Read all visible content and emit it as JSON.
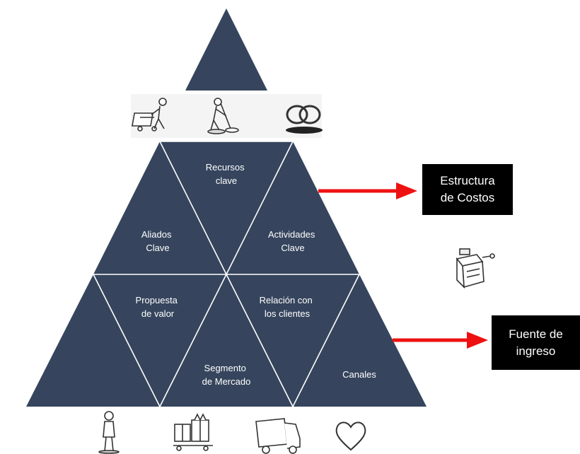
{
  "colors": {
    "pyramid_fill": "#36455d",
    "divider": "#ffffff",
    "arrow": "#ee1111",
    "box_bg": "#000000",
    "box_text": "#ffffff",
    "icon_stroke": "#333333"
  },
  "segments": {
    "recursos": {
      "line1": "Recursos",
      "line2": "clave"
    },
    "aliados": {
      "line1": "Aliados",
      "line2": "Clave"
    },
    "actividades": {
      "line1": "Actividades",
      "line2": "Clave"
    },
    "propuesta": {
      "line1": "Propuesta",
      "line2": "de valor"
    },
    "relacion": {
      "line1": "Relación con",
      "line2": "los clientes"
    },
    "segmento": {
      "line1": "Segmento",
      "line2": "de Mercado"
    },
    "canales": {
      "line1": "Canales"
    }
  },
  "callouts": {
    "costos": {
      "line1": "Estructura",
      "line2": "de Costos"
    },
    "ingreso": {
      "line1": "Fuente de",
      "line2": "ingreso"
    }
  },
  "icons": {
    "top_row": [
      "worker-with-cart-icon",
      "worker-mopping-icon",
      "linked-rings-icon"
    ],
    "bottom_row": [
      "person-standing-icon",
      "gift-boxes-icon",
      "delivery-truck-icon",
      "heart-icon"
    ],
    "side": [
      "cash-register-icon"
    ]
  }
}
